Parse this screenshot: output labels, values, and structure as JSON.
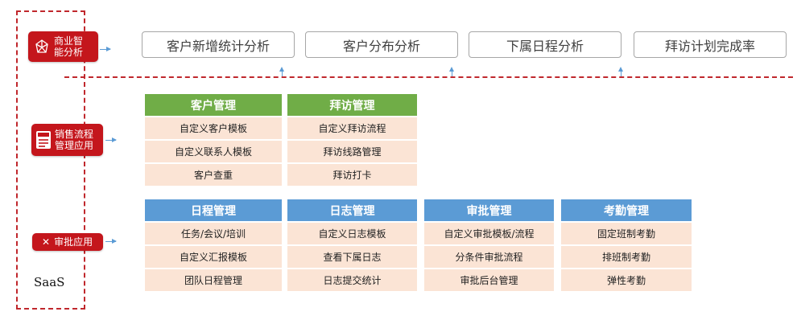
{
  "side": {
    "bi": "商业智\n能分析",
    "sales": "销售流程\n管理应用",
    "approve": "审批应用",
    "saas": "SaaS"
  },
  "analysis": [
    "客户新增统计分析",
    "客户分布分析",
    "下属日程分析",
    "拜访计划完成率"
  ],
  "sales_cols": [
    {
      "title": "客户管理",
      "items": [
        "自定义客户模板",
        "自定义联系人模板",
        "客户查重"
      ]
    },
    {
      "title": "拜访管理",
      "items": [
        "自定义拜访流程",
        "拜访线路管理",
        "拜访打卡"
      ]
    }
  ],
  "app_cols": [
    {
      "title": "日程管理",
      "items": [
        "任务/会议/培训",
        "自定义汇报模板",
        "团队日程管理"
      ]
    },
    {
      "title": "日志管理",
      "items": [
        "自定义日志模板",
        "查看下属日志",
        "日志提交统计"
      ]
    },
    {
      "title": "审批管理",
      "items": [
        "自定义审批模板/流程",
        "分条件审批流程",
        "审批后台管理"
      ]
    },
    {
      "title": "考勤管理",
      "items": [
        "固定班制考勤",
        "排班制考勤",
        "弹性考勤"
      ]
    }
  ],
  "colors": {
    "red": "#c4161c",
    "green": "#70ad47",
    "blue": "#5b9bd5",
    "item_bg": "#fbe4d5"
  }
}
